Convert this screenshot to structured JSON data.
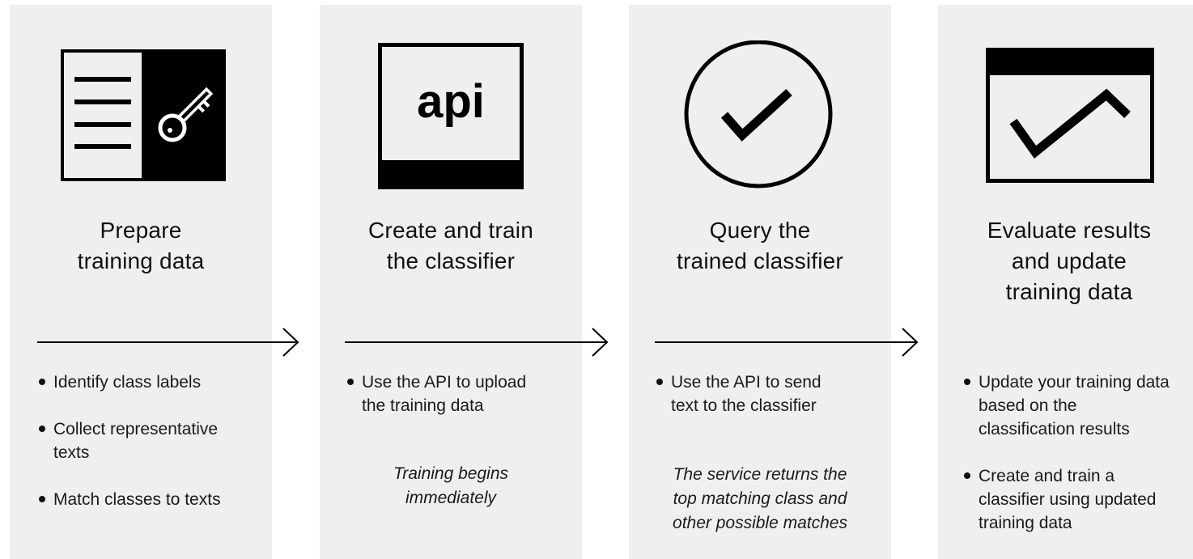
{
  "steps": [
    {
      "icon": "document-key-icon",
      "title_lines": [
        "Prepare",
        "training data"
      ],
      "bullets": [
        "Identify class labels",
        "Collect representative texts",
        "Match classes to texts"
      ],
      "note_lines": []
    },
    {
      "icon": "api-window-icon",
      "icon_text": "api",
      "title_lines": [
        "Create and train",
        "the classifier"
      ],
      "bullets": [
        "Use the API to upload the training data"
      ],
      "note_lines": [
        "Training begins",
        "immediately"
      ]
    },
    {
      "icon": "circle-check-icon",
      "title_lines": [
        "Query the",
        "trained classifier"
      ],
      "bullets": [
        "Use the API to send text to the classifier"
      ],
      "note_lines": [
        "The service returns the",
        "top matching class and",
        "other possible matches"
      ]
    },
    {
      "icon": "window-trend-icon",
      "title_lines": [
        "Evaluate results",
        "and update",
        "training data"
      ],
      "bullets": [
        "Update your training data based on the classification results",
        "Create and train a classifier using updated training data"
      ],
      "note_lines": []
    }
  ],
  "colors": {
    "panel": "#efefef",
    "ink": "#000000"
  }
}
